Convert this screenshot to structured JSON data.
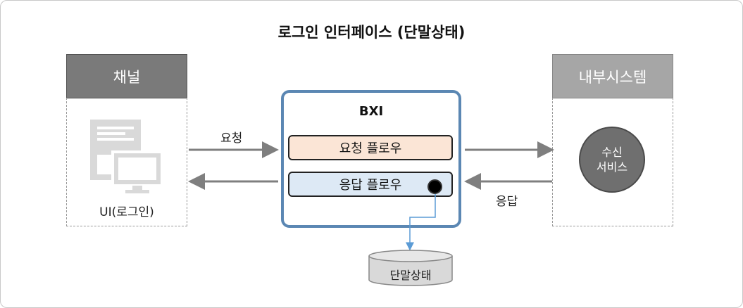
{
  "title": "로그인 인터페이스 (단말상태)",
  "channel": {
    "header": "채널",
    "ui_label": "UI(로그인)"
  },
  "internal_system": {
    "header": "내부시스템",
    "service_line1": "수신",
    "service_line2": "서비스"
  },
  "bxi": {
    "title": "BXI",
    "request_flow": "요청 플로우",
    "response_flow": "응답 플로우"
  },
  "arrows": {
    "request": "요청",
    "response": "응답"
  },
  "datastore": {
    "label": "단말상태"
  },
  "colors": {
    "bxi_border": "#5b87b3",
    "request_flow_bg": "#fbe5d6",
    "response_flow_bg": "#dde9f5",
    "channel_header": "#7a7a7a",
    "internal_header": "#a6a6a6",
    "arrow": "#7f7f7f",
    "connector": "#5b9bd5"
  }
}
